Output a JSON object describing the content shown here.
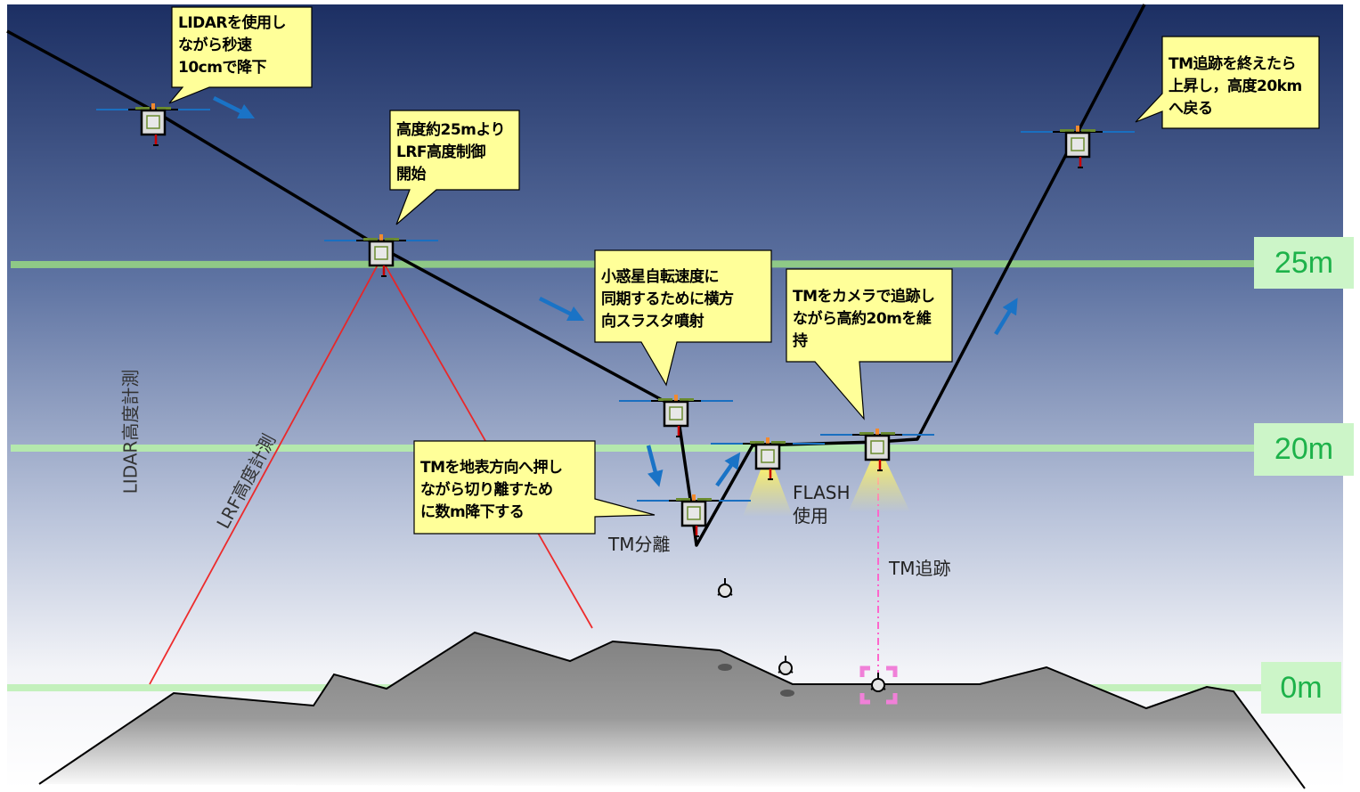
{
  "callouts": {
    "lidar": [
      "LIDARを使用し",
      "ながら秒速",
      "10cmで降下"
    ],
    "lrf": [
      "高度約25mより",
      "LRF高度制御",
      "開始"
    ],
    "thruster": [
      "小惑星自転速度に",
      "同期するために横方",
      "向スラスタ噴射"
    ],
    "tracking": [
      "TMをカメラで追跡し",
      "ながら高約20mを維",
      "持"
    ],
    "separation": [
      "TMを地表方向へ押し",
      "ながら切り離すため",
      "に数m降下する"
    ],
    "return": [
      "TM追跡を終えたら",
      "上昇し，高度20km",
      "へ戻る"
    ]
  },
  "altitudes": {
    "a25": "25m",
    "a20": "20m",
    "a0": "0m"
  },
  "labels": {
    "lidar_measure": "LIDAR高度計測",
    "lrf_measure": "LRF高度計測",
    "tm_separation": "TM分離",
    "flash": [
      "FLASH",
      "使用"
    ],
    "tm_tracking": "TM追跡"
  },
  "colors": {
    "callout": "#ffff99",
    "altitude_line": "#9fd89a",
    "trajectory": "#000000",
    "arrow": "#1a73c6",
    "lidar_beam": "#f5b800",
    "lrf_beam": "#ee2222",
    "tracking_line": "#ff66cc"
  }
}
